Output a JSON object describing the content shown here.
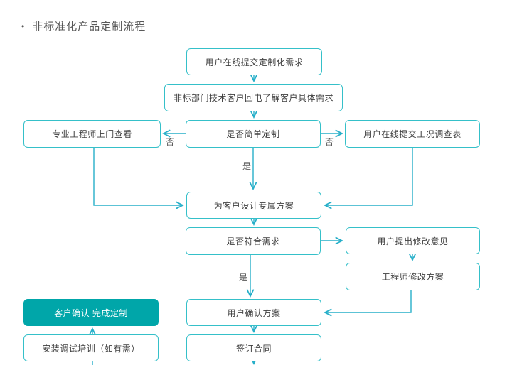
{
  "title": {
    "bullet": "•",
    "text": "非标准化产品定制流程"
  },
  "colors": {
    "border": "#35c0c9",
    "arrow": "#27afc9",
    "fill": "#00a6a9",
    "text": "#404040",
    "muted": "#595959"
  },
  "nodes": [
    {
      "id": "user-submit-requirement",
      "label": "用户在线提交定制化需求"
    },
    {
      "id": "dept-callback",
      "label": "非标部门技术客户回电了解客户具体需求"
    },
    {
      "id": "simple-custom-decision",
      "label": "是否简单定制"
    },
    {
      "id": "engineer-visit",
      "label": "专业工程师上门查看"
    },
    {
      "id": "survey-form",
      "label": "用户在线提交工况调查表"
    },
    {
      "id": "design-plan",
      "label": "为客户设计专属方案"
    },
    {
      "id": "meet-requirement-decision",
      "label": "是否符合需求"
    },
    {
      "id": "user-feedback",
      "label": "用户提出修改意见"
    },
    {
      "id": "engineer-revise",
      "label": "工程师修改方案"
    },
    {
      "id": "user-confirm-plan",
      "label": "用户确认方案"
    },
    {
      "id": "sign-contract",
      "label": "签订合同"
    },
    {
      "id": "customization-complete",
      "label": "客户确认 完成定制"
    },
    {
      "id": "install-training",
      "label": "安装调试培训（如有需）"
    }
  ],
  "edge_labels": [
    {
      "text": "否"
    },
    {
      "text": "否"
    },
    {
      "text": "是"
    },
    {
      "text": "是"
    }
  ],
  "edges": [
    {
      "from": "用户在线提交定制化需求",
      "to": "非标部门技术客户回电了解客户具体需求",
      "label": ""
    },
    {
      "from": "非标部门技术客户回电了解客户具体需求",
      "to": "是否简单定制",
      "label": ""
    },
    {
      "from": "是否简单定制",
      "to": "专业工程师上门查看",
      "label": "否"
    },
    {
      "from": "是否简单定制",
      "to": "用户在线提交工况调查表",
      "label": "否"
    },
    {
      "from": "是否简单定制",
      "to": "为客户设计专属方案",
      "label": "是"
    },
    {
      "from": "专业工程师上门查看",
      "to": "为客户设计专属方案",
      "label": ""
    },
    {
      "from": "用户在线提交工况调查表",
      "to": "为客户设计专属方案",
      "label": ""
    },
    {
      "from": "为客户设计专属方案",
      "to": "是否符合需求",
      "label": ""
    },
    {
      "from": "是否符合需求",
      "to": "用户提出修改意见",
      "label": ""
    },
    {
      "from": "用户提出修改意见",
      "to": "工程师修改方案",
      "label": ""
    },
    {
      "from": "工程师修改方案",
      "to": "用户确认方案",
      "label": ""
    },
    {
      "from": "是否符合需求",
      "to": "用户确认方案",
      "label": "是"
    },
    {
      "from": "用户确认方案",
      "to": "签订合同",
      "label": ""
    },
    {
      "from": "安装调试培训（如有需）",
      "to": "客户确认 完成定制",
      "label": ""
    }
  ]
}
